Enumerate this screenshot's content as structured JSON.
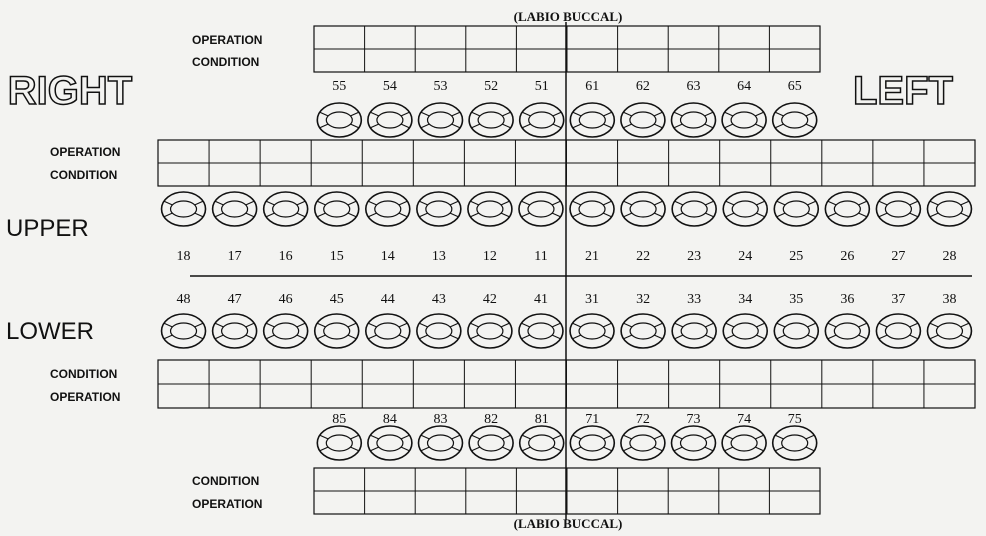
{
  "labels": {
    "labio_buccal_top": "(LABIO  BUCCAL)",
    "labio_buccal_bottom": "(LABIO  BUCCAL)",
    "right": "RIGHT",
    "left": "LEFT",
    "upper": "UPPER",
    "lower": "LOWER"
  },
  "row_labels": {
    "upper_primary": [
      "OPERATION",
      "CONDITION"
    ],
    "upper_permanent": [
      "OPERATION",
      "CONDITION"
    ],
    "lower_permanent": [
      "CONDITION",
      "OPERATION"
    ],
    "lower_primary": [
      "CONDITION",
      "OPERATION"
    ]
  },
  "teeth": {
    "upper_primary": [
      "55",
      "54",
      "53",
      "52",
      "51",
      "61",
      "62",
      "63",
      "64",
      "65"
    ],
    "upper_permanent": [
      "18",
      "17",
      "16",
      "15",
      "14",
      "13",
      "12",
      "11",
      "21",
      "22",
      "23",
      "24",
      "25",
      "26",
      "27",
      "28"
    ],
    "lower_permanent": [
      "48",
      "47",
      "46",
      "45",
      "44",
      "43",
      "42",
      "41",
      "31",
      "32",
      "33",
      "34",
      "35",
      "36",
      "37",
      "38"
    ],
    "lower_primary": [
      "85",
      "84",
      "83",
      "82",
      "81",
      "71",
      "72",
      "73",
      "74",
      "75"
    ]
  },
  "colors": {
    "ink": "#111111",
    "paper": "#f3f3f1"
  }
}
